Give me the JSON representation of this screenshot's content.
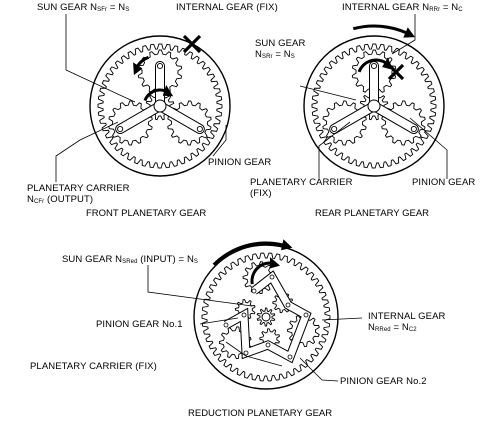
{
  "front": {
    "sun_gear_label": "SUN GEAR N",
    "sun_gear_sub": "SFr",
    "sun_gear_eq": " = N",
    "sun_gear_eq_sub": "S",
    "internal_gear_label": "INTERNAL GEAR (FIX)",
    "pinion_gear_label": "PINION GEAR",
    "carrier_label": "PLANETARY CARRIER",
    "carrier_line2_prefix": "N",
    "carrier_line2_sub": "CFr",
    "carrier_line2_suffix": " (OUTPUT)",
    "caption": "FRONT PLANETARY GEAR"
  },
  "rear": {
    "internal_gear_label": "INTERNAL GEAR N",
    "internal_gear_sub": "RRr",
    "internal_gear_eq": " = N",
    "internal_gear_eq_sub": "C",
    "sun_gear_label": "SUN GEAR",
    "sun_gear_line2_prefix": "N",
    "sun_gear_line2_sub": "SRr",
    "sun_gear_line2_eq": " = N",
    "sun_gear_line2_eq_sub": "S",
    "carrier_label": "PLANETARY CARRIER",
    "carrier_line2": "(FIX)",
    "pinion_gear_label": "PINION GEAR",
    "caption": "REAR PLANETARY GEAR"
  },
  "reduction": {
    "sun_gear_label": "SUN GEAR N",
    "sun_gear_sub": "SRed",
    "sun_gear_suffix": " (INPUT)  = N",
    "sun_gear_suffix_sub": "S",
    "pinion1_label": "PINION GEAR No.1",
    "internal_gear_label": "INTERNAL GEAR",
    "internal_gear_line2_prefix": "N",
    "internal_gear_line2_sub": "RRed",
    "internal_gear_line2_eq": " = N",
    "internal_gear_line2_eq_sub": "C2",
    "carrier_label": "PLANETARY CARRIER (FIX)",
    "pinion2_label": "PINION GEAR No.2",
    "caption": "REDUCTION PLANETARY GEAR"
  }
}
